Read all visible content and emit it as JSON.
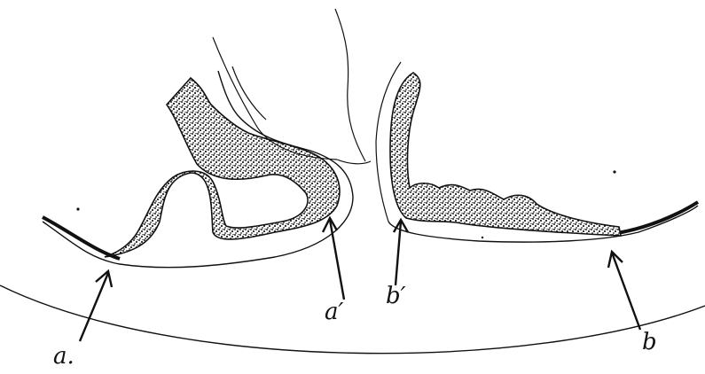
{
  "figure": {
    "background": "#ffffff",
    "ink": "#111111",
    "stipple": "#222222"
  },
  "labels": {
    "a": "a.",
    "a_prime": "a′",
    "b_prime": "b′",
    "b": "b"
  }
}
